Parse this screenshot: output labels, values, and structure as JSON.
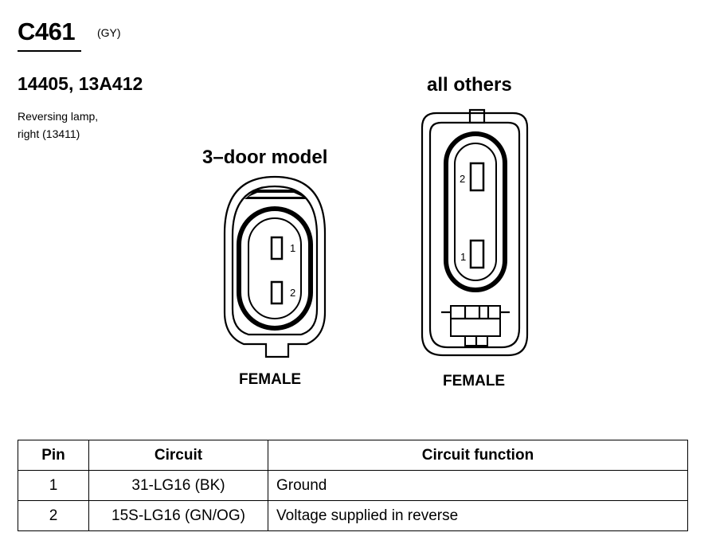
{
  "connector": {
    "id": "C461",
    "color": "(GY)",
    "part_numbers": "14405, 13A412",
    "description_line1": "Reversing lamp,",
    "description_line2": "right (13411)"
  },
  "views": [
    {
      "title": "3–door model",
      "gender": "FEMALE",
      "pins": [
        "1",
        "2"
      ]
    },
    {
      "title": "all others",
      "gender": "FEMALE",
      "pins": [
        "2",
        "1"
      ]
    }
  ],
  "table": {
    "headers": [
      "Pin",
      "Circuit",
      "Circuit function"
    ],
    "rows": [
      [
        "1",
        "31-LG16 (BK)",
        "Ground"
      ],
      [
        "2",
        "15S-LG16 (GN/OG)",
        "Voltage supplied in reverse"
      ]
    ]
  }
}
